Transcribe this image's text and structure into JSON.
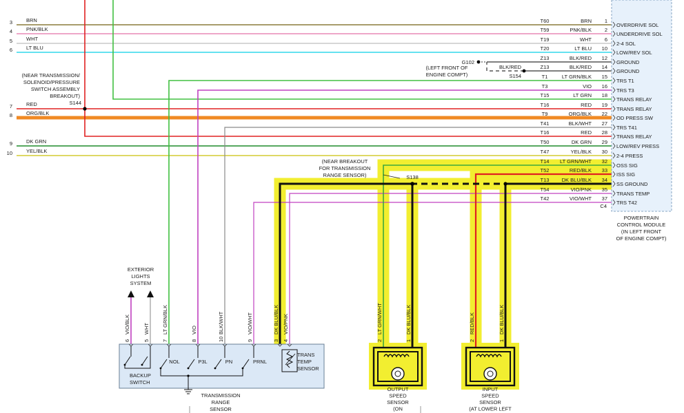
{
  "colors": {
    "brn": "#8a7a3a",
    "pnk": "#e889b6",
    "wht": "#c8c8c8",
    "ltblu": "#30d7ec",
    "red": "#e02020",
    "ltgrn": "#40c040",
    "vio": "#c040c0",
    "org": "#f08a24",
    "dkgrn": "#1f8a2a",
    "yel": "#d4cc30",
    "blk": "#111111",
    "highlight": "#f2ee30",
    "pcm_fill": "#e7f1fb",
    "pcm_border": "#8aa7c4",
    "trs_fill": "#dbe8f6"
  },
  "left_wires": [
    {
      "num": "3",
      "label": "BRN"
    },
    {
      "num": "4",
      "label": "PNK/BLK"
    },
    {
      "num": "5",
      "label": "WHT"
    },
    {
      "num": "6",
      "label": "LT BLU"
    },
    {
      "num": "7",
      "label": "RED"
    },
    {
      "num": "8",
      "label": "ORG/BLK"
    },
    {
      "num": "9",
      "label": "DK GRN"
    },
    {
      "num": "10",
      "label": "YEL/BLK"
    }
  ],
  "pcm_rows": [
    {
      "code": "T60",
      "wire": "BRN",
      "pin": "1",
      "func": "OVERDRIVE SOL"
    },
    {
      "code": "T59",
      "wire": "PNK/BLK",
      "pin": "2",
      "func": "UNDERDRIVE SOL"
    },
    {
      "code": "T19",
      "wire": "WHT",
      "pin": "6",
      "func": "2-4 SOL"
    },
    {
      "code": "T20",
      "wire": "LT BLU",
      "pin": "10",
      "func": "LOW/REV SOL"
    },
    {
      "code": "Z13",
      "wire": "BLK/RED",
      "pin": "12",
      "func": "GROUND"
    },
    {
      "code": "Z13",
      "wire": "BLK/RED",
      "pin": "14",
      "func": "GROUND"
    },
    {
      "code": "T1",
      "wire": "LT GRN/BLK",
      "pin": "15",
      "func": "TRS T1"
    },
    {
      "code": "T3",
      "wire": "VIO",
      "pin": "16",
      "func": "TRS T3"
    },
    {
      "code": "T15",
      "wire": "LT GRN",
      "pin": "18",
      "func": "TRANS RELAY"
    },
    {
      "code": "T16",
      "wire": "RED",
      "pin": "19",
      "func": "TRANS RELAY"
    },
    {
      "code": "T9",
      "wire": "ORG/BLK",
      "pin": "22",
      "func": "OD PRESS SW"
    },
    {
      "code": "T41",
      "wire": "BLK/WHT",
      "pin": "27",
      "func": "TRS T41"
    },
    {
      "code": "T16",
      "wire": "RED",
      "pin": "28",
      "func": "TRANS RELAY"
    },
    {
      "code": "T50",
      "wire": "DK GRN",
      "pin": "29",
      "func": "LOW/REV PRESS"
    },
    {
      "code": "T47",
      "wire": "YEL/BLK",
      "pin": "30",
      "func": "2-4 PRESS"
    },
    {
      "code": "T14",
      "wire": "LT GRN/WHT",
      "pin": "32",
      "func": "OSS SIG"
    },
    {
      "code": "T52",
      "wire": "RED/BLK",
      "pin": "33",
      "func": "ISS SIG"
    },
    {
      "code": "T13",
      "wire": "DK BLU/BLK",
      "pin": "34",
      "func": "SS GROUND"
    },
    {
      "code": "T54",
      "wire": "VIO/PNK",
      "pin": "35",
      "func": "TRANS TEMP"
    },
    {
      "code": "T42",
      "wire": "VIO/WHT",
      "pin": "37",
      "func": "TRS T42"
    }
  ],
  "pcm": {
    "connector": "C4",
    "name_lines": [
      "POWERTRAIN",
      "CONTROL MODULE",
      "(IN LEFT FRONT",
      "OF ENGINE COMPT)"
    ]
  },
  "splices": {
    "s144": "S144",
    "s144_note": [
      "(NEAR TRANSMISSION/",
      "SOLENOID/PRESSURE",
      "SWITCH ASSEMBLY",
      "BREAKOUT)"
    ],
    "s154": "S154",
    "s154_wire": "BLK/RED",
    "g102": "G102",
    "g102_note": [
      "(LEFT FRONT OF",
      "ENGINE COMPT)"
    ],
    "s138": "S138",
    "s138_note": [
      "(NEAR BREAKOUT",
      "FOR TRANSMISSION",
      "RANGE SENSOR)"
    ]
  },
  "exterior": [
    "EXTERIOR",
    "LIGHTS",
    "SYSTEM"
  ],
  "trs_pins": [
    {
      "pin": "6",
      "wire": "VIO/BLK"
    },
    {
      "pin": "5",
      "wire": "WHT"
    },
    {
      "pin": "7",
      "wire": "LT GRN/BLK"
    },
    {
      "pin": "8",
      "wire": "VIO"
    },
    {
      "pin": "10",
      "wire": "BLK/WHT"
    },
    {
      "pin": "9",
      "wire": "VIO/WHT"
    },
    {
      "pin": "3",
      "wire": "DK BLU/BLK"
    },
    {
      "pin": "4",
      "wire": "VIO/PNK"
    }
  ],
  "trs": {
    "backup": [
      "BACKUP",
      "SWITCH"
    ],
    "switches": [
      "NOL",
      "P3L",
      "PN",
      "PRNL"
    ],
    "temp": [
      "TRANS",
      "TEMP",
      "SENSOR"
    ],
    "name": [
      "TRANSMISSION",
      "RANGE",
      "SENSOR"
    ]
  },
  "oss": {
    "pins": [
      {
        "pin": "2",
        "wire": "LT GRN/WHT"
      },
      {
        "pin": "1",
        "wire": "DK BLU/BLK"
      }
    ],
    "name": [
      "OUTPUT",
      "SPEED",
      "SENSOR",
      "(ON"
    ]
  },
  "iss": {
    "pins": [
      {
        "pin": "2",
        "wire": "RED/BLK"
      },
      {
        "pin": "1",
        "wire": "DK BLU/BLK"
      }
    ],
    "name": [
      "INPUT",
      "SPEED",
      "SENSOR",
      "(AT LOWER LEFT"
    ]
  }
}
